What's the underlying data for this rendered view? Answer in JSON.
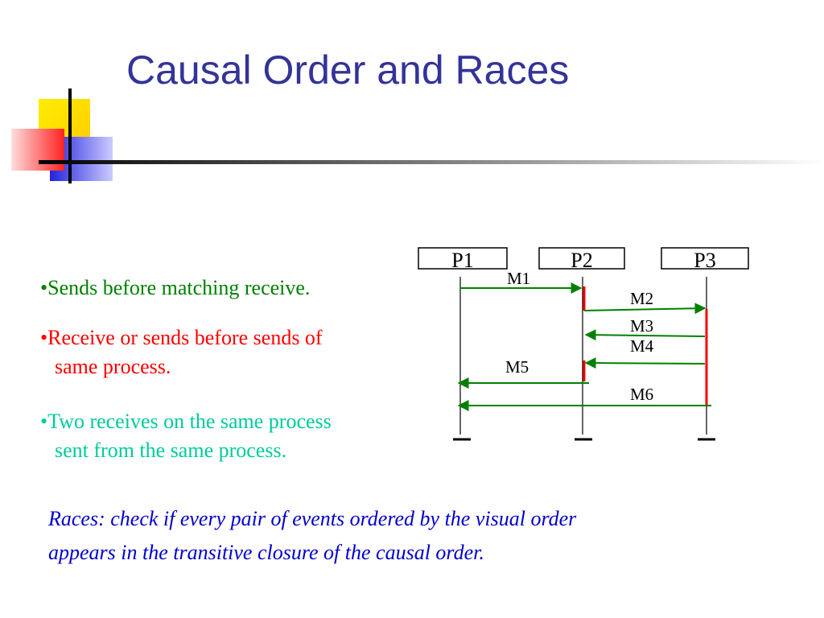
{
  "slide": {
    "title": "Causal Order and Races",
    "bullets": [
      {
        "lines": [
          "•Sends before matching receive."
        ],
        "color": "#008000"
      },
      {
        "lines": [
          "•Receive or sends before sends of",
          "same process."
        ],
        "color": "#ff0000"
      },
      {
        "lines": [
          "•Two receives on the same process",
          "sent from the same process."
        ],
        "color": "#00cc99"
      }
    ],
    "races": {
      "lines": [
        "Races: check if every pair of events ordered by the visual order",
        "appears in the transitive closure of the causal order."
      ],
      "color": "#0000cc"
    }
  },
  "diagram": {
    "processes": [
      "P1",
      "P2",
      "P3"
    ],
    "messages": [
      {
        "label": "M1",
        "from": "P1",
        "to": "P2"
      },
      {
        "label": "M2",
        "from": "P2",
        "to": "P3"
      },
      {
        "label": "M3",
        "from": "P3",
        "to": "P2"
      },
      {
        "label": "M4",
        "from": "P3",
        "to": "P2"
      },
      {
        "label": "M5",
        "from": "P2",
        "to": "P1"
      },
      {
        "label": "M6",
        "from": "P3",
        "to": "P1"
      }
    ],
    "arrow_color": "#008000",
    "highlight_color": "#ff0000"
  }
}
